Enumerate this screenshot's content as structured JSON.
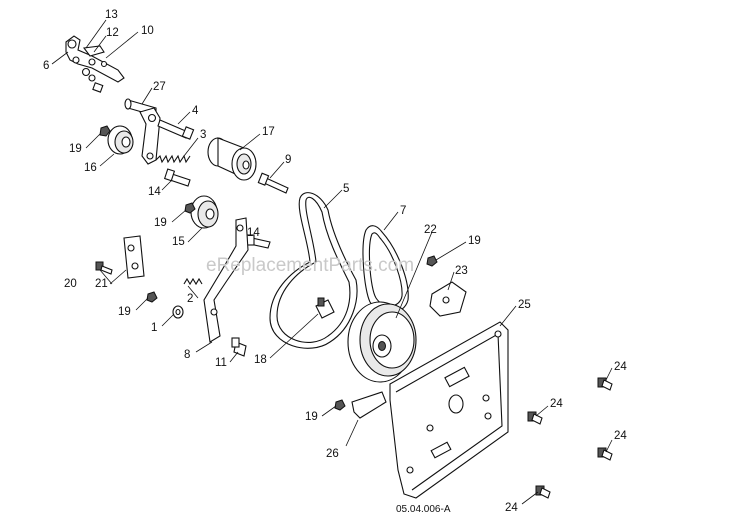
{
  "diagram": {
    "watermark": "eReplacementParts.com",
    "reference_code": "05.04.006-A",
    "callouts": [
      {
        "id": "c13",
        "text": "13"
      },
      {
        "id": "c12",
        "text": "12"
      },
      {
        "id": "c10",
        "text": "10"
      },
      {
        "id": "c6",
        "text": "6"
      },
      {
        "id": "c27",
        "text": "27"
      },
      {
        "id": "c4",
        "text": "4"
      },
      {
        "id": "c3",
        "text": "3"
      },
      {
        "id": "c17",
        "text": "17"
      },
      {
        "id": "c19a",
        "text": "19"
      },
      {
        "id": "c16",
        "text": "16"
      },
      {
        "id": "c9",
        "text": "9"
      },
      {
        "id": "c14a",
        "text": "14"
      },
      {
        "id": "c5",
        "text": "5"
      },
      {
        "id": "c7",
        "text": "7"
      },
      {
        "id": "c19b",
        "text": "19"
      },
      {
        "id": "c15",
        "text": "15"
      },
      {
        "id": "c14b",
        "text": "14"
      },
      {
        "id": "c22",
        "text": "22"
      },
      {
        "id": "c19c",
        "text": "19"
      },
      {
        "id": "c23",
        "text": "23"
      },
      {
        "id": "c20",
        "text": "20"
      },
      {
        "id": "c21",
        "text": "21"
      },
      {
        "id": "c2",
        "text": "2"
      },
      {
        "id": "c19d",
        "text": "19"
      },
      {
        "id": "c25",
        "text": "25"
      },
      {
        "id": "c1",
        "text": "1"
      },
      {
        "id": "c8",
        "text": "8"
      },
      {
        "id": "c11",
        "text": "11"
      },
      {
        "id": "c18",
        "text": "18"
      },
      {
        "id": "c24a",
        "text": "24"
      },
      {
        "id": "c24b",
        "text": "24"
      },
      {
        "id": "c19e",
        "text": "19"
      },
      {
        "id": "c26",
        "text": "26"
      },
      {
        "id": "c24c",
        "text": "24"
      },
      {
        "id": "c24d",
        "text": "24"
      }
    ]
  }
}
